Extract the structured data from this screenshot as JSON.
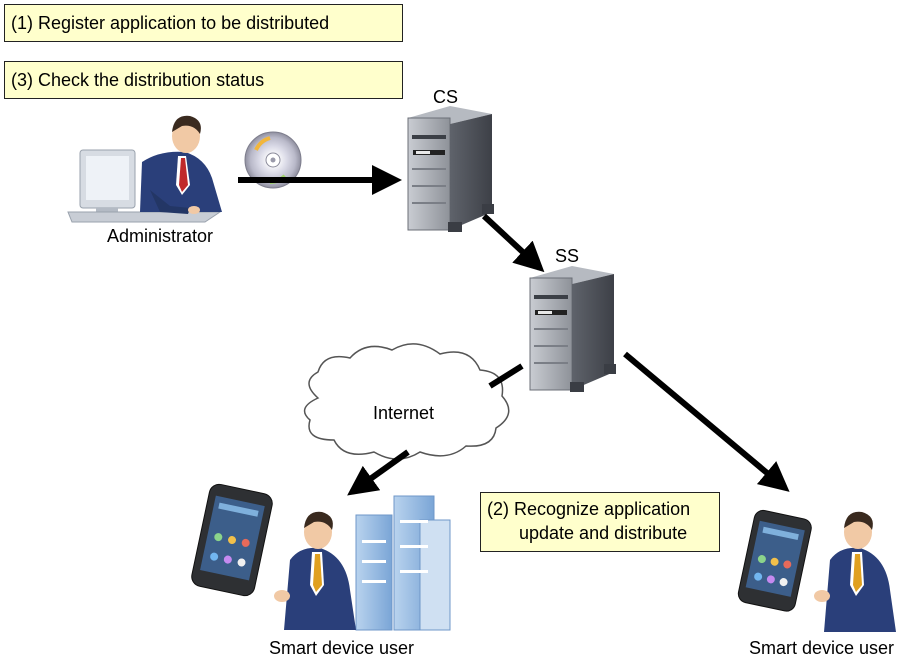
{
  "steps": {
    "step1": "(1) Register application to be distributed",
    "step3": "(3) Check the distribution status",
    "step2_line1": "(2) Recognize application",
    "step2_line2": "update and distribute"
  },
  "nodes": {
    "administrator": "Administrator",
    "cs": "CS",
    "ss": "SS",
    "internet": "Internet",
    "user_left": "Smart device user",
    "user_right": "Smart device user"
  },
  "colors": {
    "note_bg": "#ffffcc",
    "arrow": "#000000",
    "server_body": "#8a8d94",
    "suit": "#2a3f7a"
  }
}
